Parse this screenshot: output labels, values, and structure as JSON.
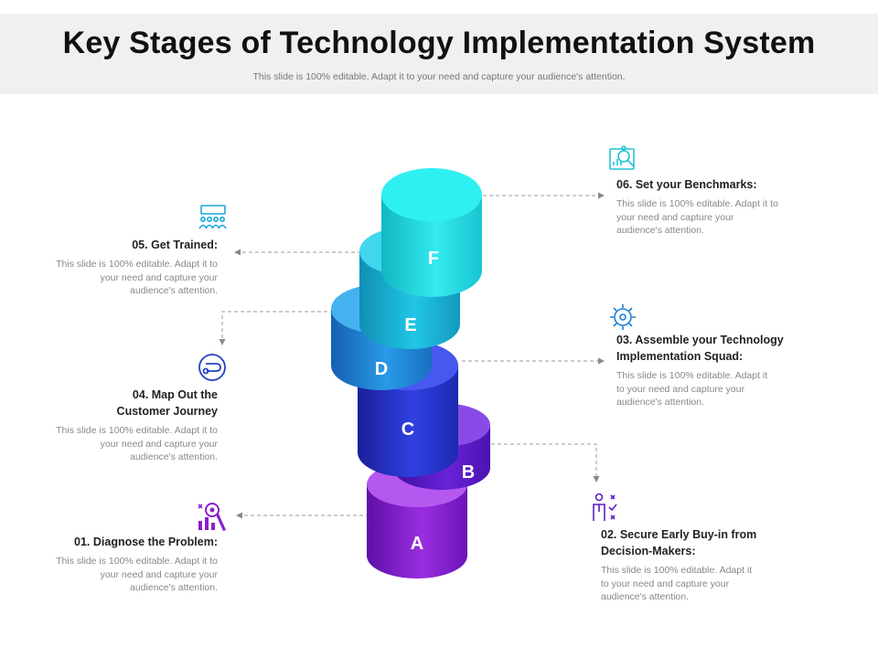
{
  "header": {
    "title": "Key Stages of Technology Implementation System",
    "subtitle": "This slide is 100% editable. Adapt it to your need and capture your audience's attention."
  },
  "cylinders": [
    {
      "letter": "A",
      "color": "#8c1fd4"
    },
    {
      "letter": "B",
      "color": "#5a18c8"
    },
    {
      "letter": "C",
      "color": "#2c2fcf"
    },
    {
      "letter": "D",
      "color": "#1f86db"
    },
    {
      "letter": "E",
      "color": "#14b3dc"
    },
    {
      "letter": "F",
      "color": "#1ee0e4"
    }
  ],
  "stages": [
    {
      "id": "s06",
      "title": "06. Set your Benchmarks:",
      "body": "This slide is 100% editable. Adapt it to your need and capture your audience's attention.",
      "icon": "magnifier-chart-icon",
      "color": "#22c3d6"
    },
    {
      "id": "s05",
      "title": "05. Get Trained:",
      "body": "This slide is 100% editable. Adapt it to your need and capture your audience's attention.",
      "icon": "training-group-icon",
      "color": "#1aa8d8"
    },
    {
      "id": "s03",
      "title": "03. Assemble your Technology Implementation Squad:",
      "body": "This slide is 100% editable. Adapt it to your need and capture your audience's attention.",
      "icon": "gear-network-icon",
      "color": "#1e7fd6"
    },
    {
      "id": "s04",
      "title": "04. Map Out the Customer Journey",
      "body": "This slide is 100% editable. Adapt it to your need and capture your audience's attention.",
      "icon": "journey-map-icon",
      "color": "#2541c4"
    },
    {
      "id": "s02",
      "title": "02. Secure Early Buy-in from Decision-Makers:",
      "body": "This slide is 100% editable. Adapt it to your need and capture your audience's attention.",
      "icon": "decision-maker-icon",
      "color": "#5a1fc0"
    },
    {
      "id": "s01",
      "title": "01. Diagnose the Problem:",
      "body": "This slide is 100% editable. Adapt it to your need and capture your audience's attention.",
      "icon": "diagnose-tools-icon",
      "color": "#8a1fd0"
    }
  ]
}
